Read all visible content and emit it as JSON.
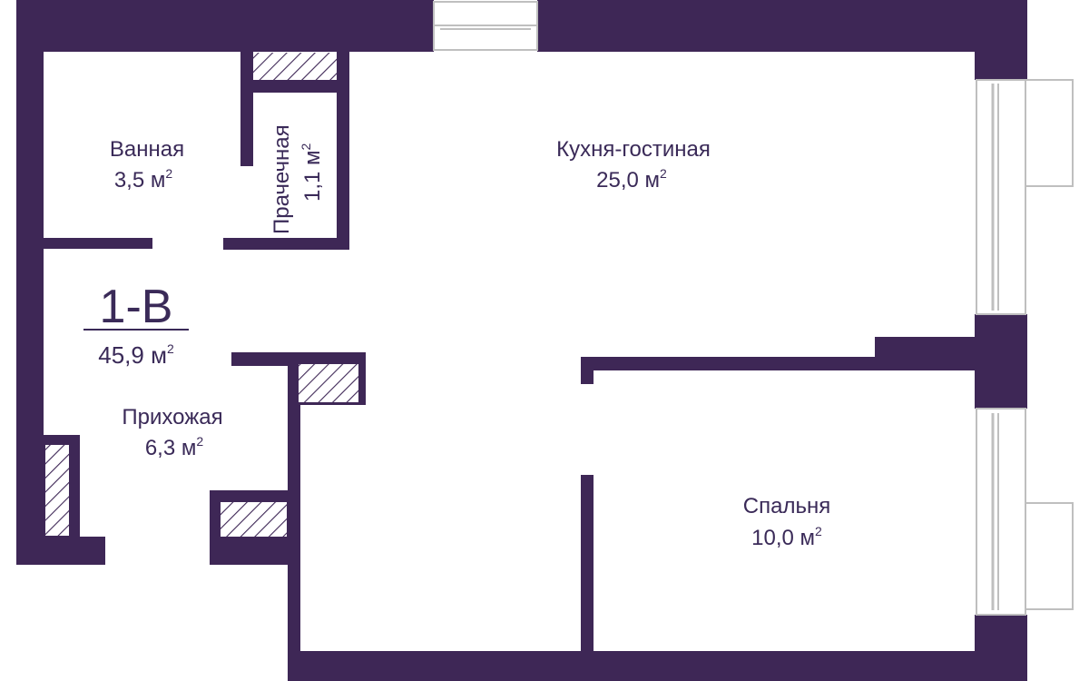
{
  "colors": {
    "wall": "#3e2756",
    "text": "#3a2a58",
    "window": "#bfbfbf",
    "background": "#ffffff"
  },
  "unit": {
    "code": "1-В",
    "area": "45,9 м",
    "area_sup": "2"
  },
  "rooms": {
    "bathroom": {
      "name": "Ванная",
      "area": "3,5 м",
      "sup": "2"
    },
    "laundry": {
      "name": "Прачечная",
      "area": "1,1 м",
      "sup": "2"
    },
    "kitchen": {
      "name": "Кухня-гостиная",
      "area": "25,0 м",
      "sup": "2"
    },
    "hallway": {
      "name": "Прихожая",
      "area": "6,3 м",
      "sup": "2"
    },
    "bedroom": {
      "name": "Спальня",
      "area": "10,0 м",
      "sup": "2"
    }
  }
}
